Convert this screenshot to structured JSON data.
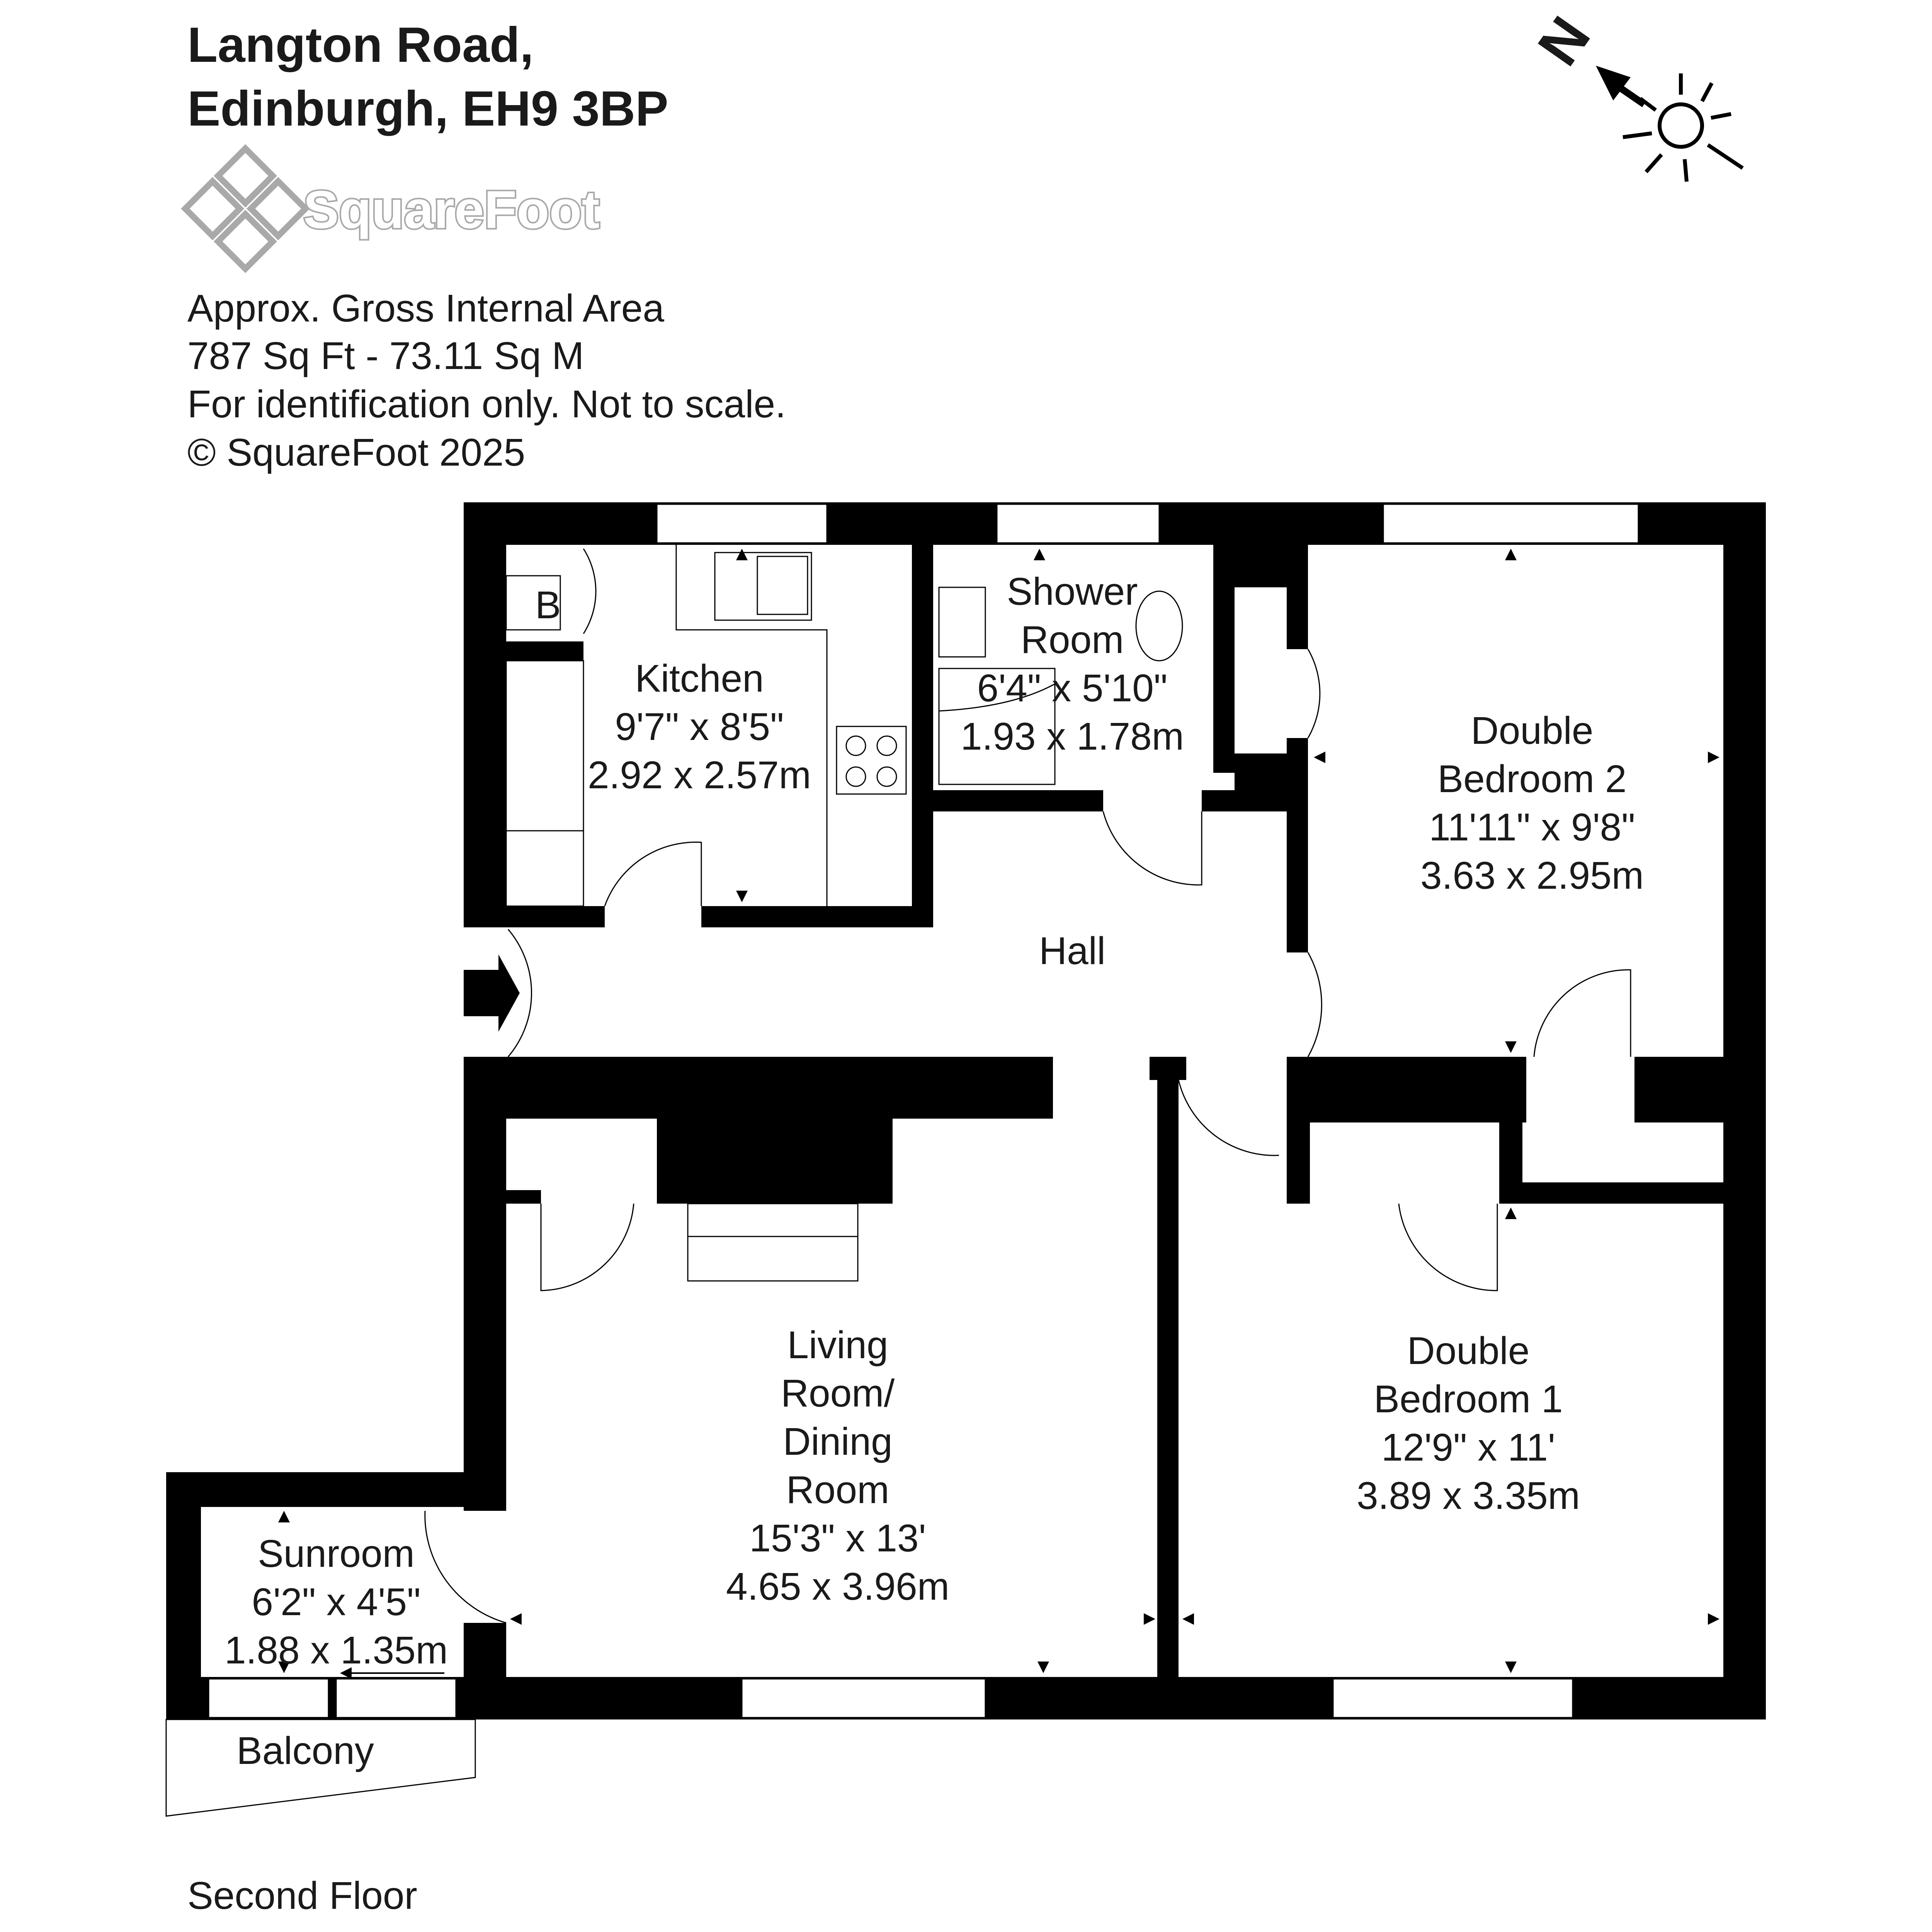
{
  "header": {
    "address_line1": "Langton Road,",
    "address_line2": "Edinburgh, EH9 3BP",
    "brand": "SquareFoot",
    "area_label": "Approx. Gross Internal Area",
    "area_value": "787 Sq Ft  -  73.11 Sq M",
    "disclaimer": "For identification only. Not to scale.",
    "copyright": "© SquareFoot 2025"
  },
  "compass": {
    "north_label": "N",
    "icons": [
      "north-arrow-icon",
      "sun-icon"
    ]
  },
  "rooms": {
    "kitchen": {
      "name": "Kitchen",
      "imperial": "9'7\" x 8'5\"",
      "metric": "2.92 x 2.57m"
    },
    "shower": {
      "name_line1": "Shower",
      "name_line2": "Room",
      "imperial": "6'4\" x 5'10\"",
      "metric": "1.93 x 1.78m"
    },
    "bedroom2": {
      "name_line1": "Double",
      "name_line2": "Bedroom 2",
      "imperial": "11'11\" x 9'8\"",
      "metric": "3.63 x 2.95m"
    },
    "hall": {
      "name": "Hall"
    },
    "living": {
      "name_line1": "Living",
      "name_line2": "Room/",
      "name_line3": "Dining",
      "name_line4": "Room",
      "imperial": "15'3\" x 13'",
      "metric": "4.65 x 3.96m"
    },
    "bedroom1": {
      "name_line1": "Double",
      "name_line2": "Bedroom 1",
      "imperial": "12'9\" x 11'",
      "metric": "3.89 x 3.35m"
    },
    "sunroom": {
      "name": "Sunroom",
      "imperial": "6'2\" x 4'5\"",
      "metric": "1.88 x 1.35m"
    },
    "balcony": {
      "name": "Balcony"
    },
    "boiler": {
      "label": "B"
    }
  },
  "footer": {
    "floor_label": "Second Floor"
  }
}
